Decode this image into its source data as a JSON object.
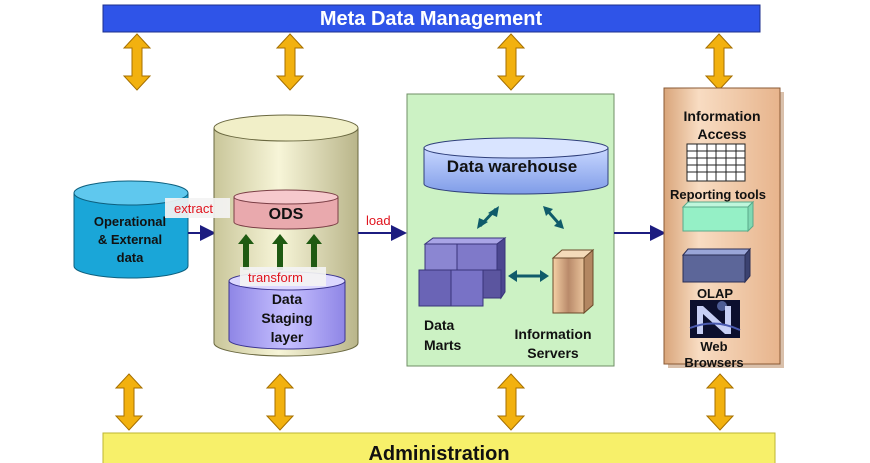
{
  "meta_bar": {
    "title": "Meta Data Management",
    "color": "#2f54e8"
  },
  "admin_bar": {
    "title": "Administration",
    "color": "#f7f06a"
  },
  "sources": {
    "line1": "Operational",
    "line2": "& External",
    "line3": "data",
    "color": "#1aa6d8"
  },
  "staging": {
    "ods_label": "ODS",
    "layer_line1": "Data",
    "layer_line2": "Staging",
    "layer_line3": "layer",
    "extract_label": "extract",
    "transform_label": "transform"
  },
  "load_label": "load",
  "warehouse": {
    "title": "Data warehouse",
    "marts_line1": "Data",
    "marts_line2": "Marts",
    "servers_line1": "Information",
    "servers_line2": "Servers",
    "panel_color": "#ccf2c4"
  },
  "access": {
    "title_line1": "Information",
    "title_line2": "Access",
    "reporting": "Reporting tools",
    "olap": "OLAP",
    "web_line1": "Web",
    "web_line2": "Browsers",
    "panel_color": "#f1c7a2"
  },
  "colors": {
    "arrow_orange": "#f2b10f",
    "arrow_navy": "#1c1c80",
    "arrow_teal": "#0f5b6a",
    "arrow_green": "#1f5a12"
  }
}
